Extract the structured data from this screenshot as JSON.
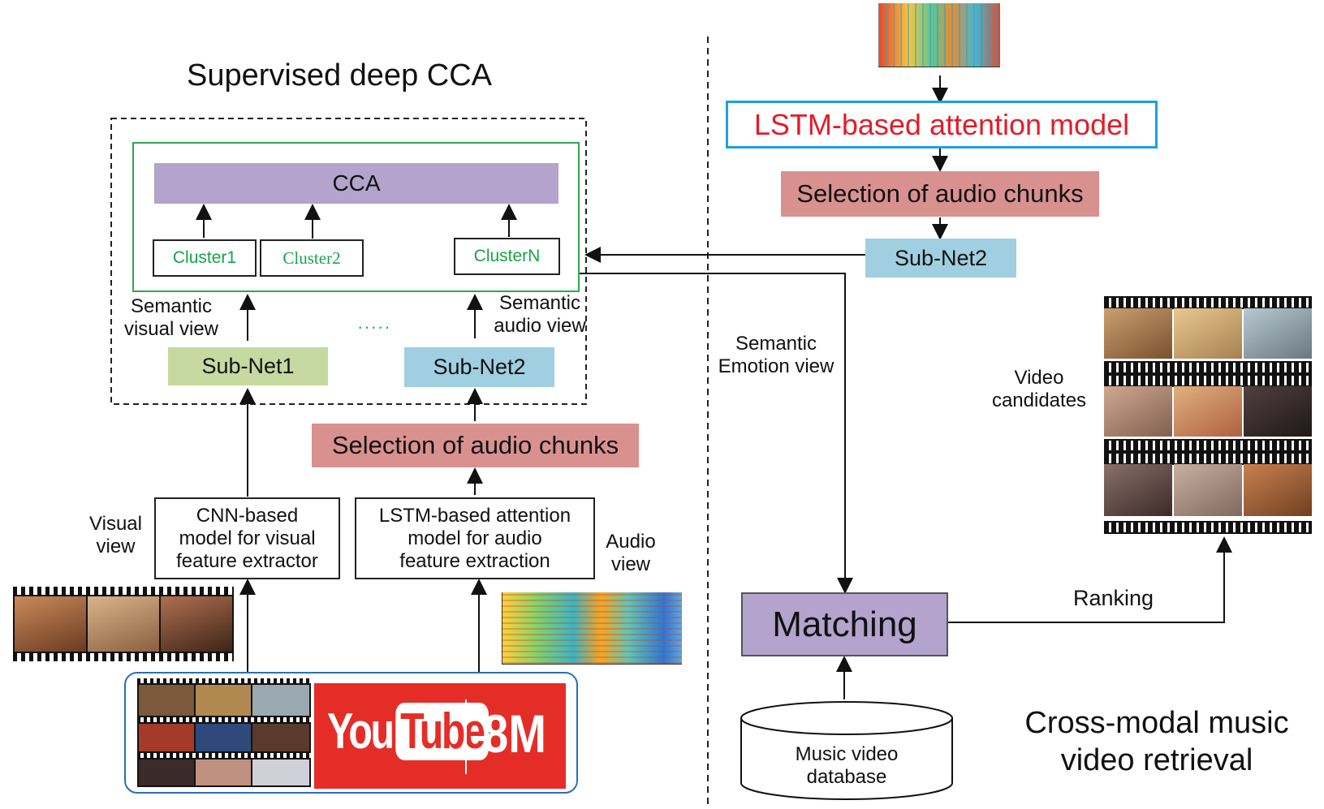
{
  "left": {
    "title": "Supervised deep CCA",
    "cca_label": "CCA",
    "clusters": [
      "Cluster1",
      "Cluster2",
      "ClusterN"
    ],
    "dots": "·····",
    "semantic_visual": [
      "Semantic",
      "visual view"
    ],
    "semantic_audio": [
      "Semantic",
      "audio view"
    ],
    "subnet1": "Sub-Net1",
    "subnet2": "Sub-Net2",
    "selection": "Selection of audio chunks",
    "cnn_box": [
      "CNN-based",
      "model for visual",
      "feature extractor"
    ],
    "lstm_box": [
      "LSTM-based attention",
      "model for audio",
      "feature extraction"
    ],
    "visual_view": [
      "Visual",
      "view"
    ],
    "audio_view": [
      "Audio",
      "view"
    ],
    "youtube": {
      "you": "You",
      "tube": "Tube",
      "size": "8M"
    }
  },
  "right": {
    "lstm_title": "LSTM-based attention model",
    "selection": "Selection of audio chunks",
    "subnet2": "Sub-Net2",
    "semantic_emotion": [
      "Semantic",
      "Emotion view"
    ],
    "matching": "Matching",
    "ranking": "Ranking",
    "video_candidates": [
      "Video",
      "candidates"
    ],
    "database": [
      "Music video",
      "database"
    ],
    "footer": [
      "Cross-modal music",
      "video retrieval"
    ]
  },
  "colors": {
    "cca": "#b3a3cd",
    "subnet1": "#c6d9a0",
    "subnet2": "#9fcfe0",
    "selection": "#d9918f",
    "cluster_text": "#16a34a",
    "lstm_title": "#e11d2a",
    "lstm_border": "#1ba1e2",
    "youtube_red": "#e52d27"
  }
}
